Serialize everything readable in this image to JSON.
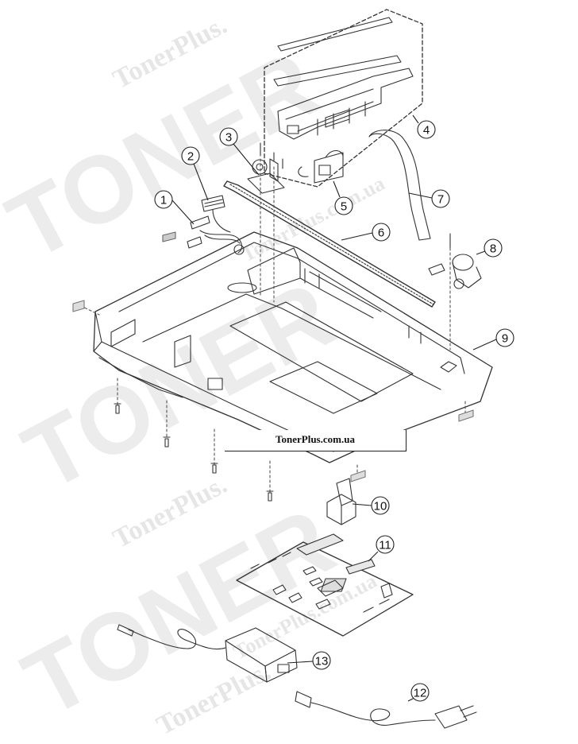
{
  "watermarks": {
    "text": "TonerPlus.",
    "domain_text": "TonerPlus.com.ua",
    "big_text": "TONER"
  },
  "site_label": "TonerPlus.com.ua",
  "callouts": [
    "1",
    "2",
    "3",
    "4",
    "5",
    "6",
    "7",
    "8",
    "9",
    "10",
    "11",
    "12",
    "13"
  ]
}
